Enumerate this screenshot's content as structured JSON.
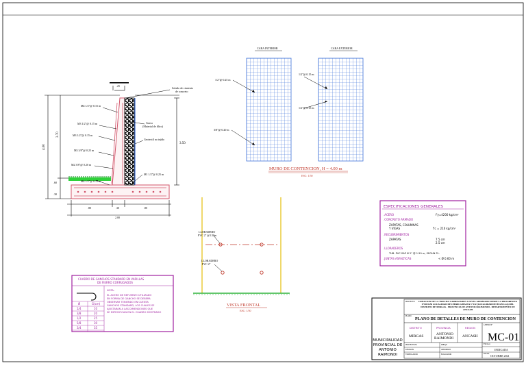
{
  "section": {
    "labels": {
      "top_dim": ".25",
      "solado": "Solado de cimiento",
      "solado2": "de concreto",
      "rebar1": "M4 1/2\"@ 0.15 m",
      "rebar2": "M3 1/2\"@ 0.15 m",
      "rebar3": "M3 1/2\"@ 0.15 m",
      "rebar4": "M3 3/8\"@ 0.25 m",
      "rebar5": "M2 3/8\"@ 0.20 m",
      "rebar6": "M1 1/2\"@ 0.25 m",
      "rebar7": "M4 1/2\"@ 0.15 m",
      "grava": "Grava",
      "grava2": "(Material de filtro)",
      "geotextil": "Geotextil no tejido",
      "dim_left_outer": "4.00",
      "dim_left_inner": "3.70",
      "dim_left_small": ".60",
      "dim_left_small2": ".30",
      "dim_right": "3.50",
      "dim_b1": ".80",
      "dim_b2": ".30",
      "dim_b3": ".80",
      "dim_total": "2.00"
    }
  },
  "mesh": {
    "interior_title": "CARA INTERIOR",
    "exterior_title": "CARA EXTERIOR",
    "int_label1": "1/2\"@ 0.25 m",
    "int_label2": "3/8\"@ 0.20 m",
    "ext_label1": "1/2\"@ 0.15 m",
    "ext_label2": "1/2\"@ 0.15 m",
    "title": "MURO DE CONTENCION, H = 4.00 m",
    "scale": "ESC: 1/50"
  },
  "front": {
    "dren1": "LLORADERO",
    "dren1b": "PVC 2\" @1.50m",
    "dren2": "LLORADERO",
    "dren2b": "PVC 2\"",
    "title": "VISTA FRONTAL",
    "scale": "ESC: 1/50"
  },
  "specs": {
    "title": "ESPECIFICACIONES  GENERALES",
    "acero": ".ACERO",
    "acero_val": "f'y=4200 kg/cm²",
    "concreto": ".CONCRETO ARMADO",
    "zap": "ZAPATAS, COLUMNAS",
    "zap2": "Y VIGAS",
    "zap_val": "f'c = 210 kg/cm²",
    "recub": ".RECUBRIMIENTOS",
    "recub_z": "ZAPATAS",
    "recub_z_val": "7.5 cm",
    "recub_m": "2.5 cm",
    "llor": ".LLORADEROS",
    "llor_val": "TUB. PVC SAP Ø 2\" @ 1.50 m, SEGUN PL.",
    "junta": ".JUNTAS ASFALTICAS",
    "junta_val": "< Ø 0.60 m"
  },
  "table": {
    "title1": "CUADRO DE GANCHOS STANDARD EN VARILLAS",
    "title2": "DE FIERRO CORRUGADOS",
    "nota": "NOTA:",
    "nota_lines": [
      "EL ACERO DE REFUERZO UTILIZADO",
      "EN FORMA DE GANCHO SE DEBERA",
      "OBSERVAR TENIENDO EN CUENTA",
      "GANCHOS STANDARD, LOS CUALES SE",
      "AJUSTARAN A LAS DIMENSIONES QUE",
      "SE ESPECIFICAN EN EL CUADRO MOSTRADO"
    ],
    "headers": [
      "Ø",
      "G(cm)"
    ],
    "rows": [
      [
        "1/4",
        "10"
      ],
      [
        "3/8",
        "20"
      ],
      [
        "1/2",
        "25"
      ],
      [
        "5/8",
        "30"
      ],
      [
        "3/4",
        "35"
      ]
    ]
  },
  "titleblock": {
    "project_label": "PROYECTO:",
    "project": "CREACION DE LA TROCHA CARROZABLE A NIVEL AFIRMADO DESDE LA PROGRESIVA 0+000 KM LOCALIDAD DE CHIRICA HASTA 3+132 (LOCALIDAD DE HUAYLLA) DEL DISTRITO DE MIRGAS - PROVINCIA DE ANTONIO RAIMONDI - DEPARTAMENTO DE ANCASH",
    "plan_label": "PLANO:",
    "plan": "PLANO DE DETALLES DE MURO DE CONTENCION",
    "distrito_h": "DISTRITO",
    "distrito": "MIRGAS",
    "provincia_h": "PROVINCIA",
    "provincia1": "ANTONIO",
    "provincia2": "RAIMONDI",
    "region_h": "REGION",
    "region": "ANCASH",
    "lamina_h": "LAMINA N°",
    "code": "MC-01",
    "escala_h": "ESCALA",
    "escala": "INDICADA",
    "fecha_h": "FECHA",
    "fecha": "OCTUBRE 2021",
    "org1": "MUNICIPALIDAD",
    "org2": "PROVINCIAL DE",
    "org3": "ANTONIO",
    "org4": "RAIMONDI",
    "row1a": "PROYECTISTA",
    "row1b": "DIBUJO",
    "row2a": "REVISION",
    "row2b": "APROBADO",
    "row3a": "FORMULADOR",
    "row3b": "EVALUADOR"
  }
}
